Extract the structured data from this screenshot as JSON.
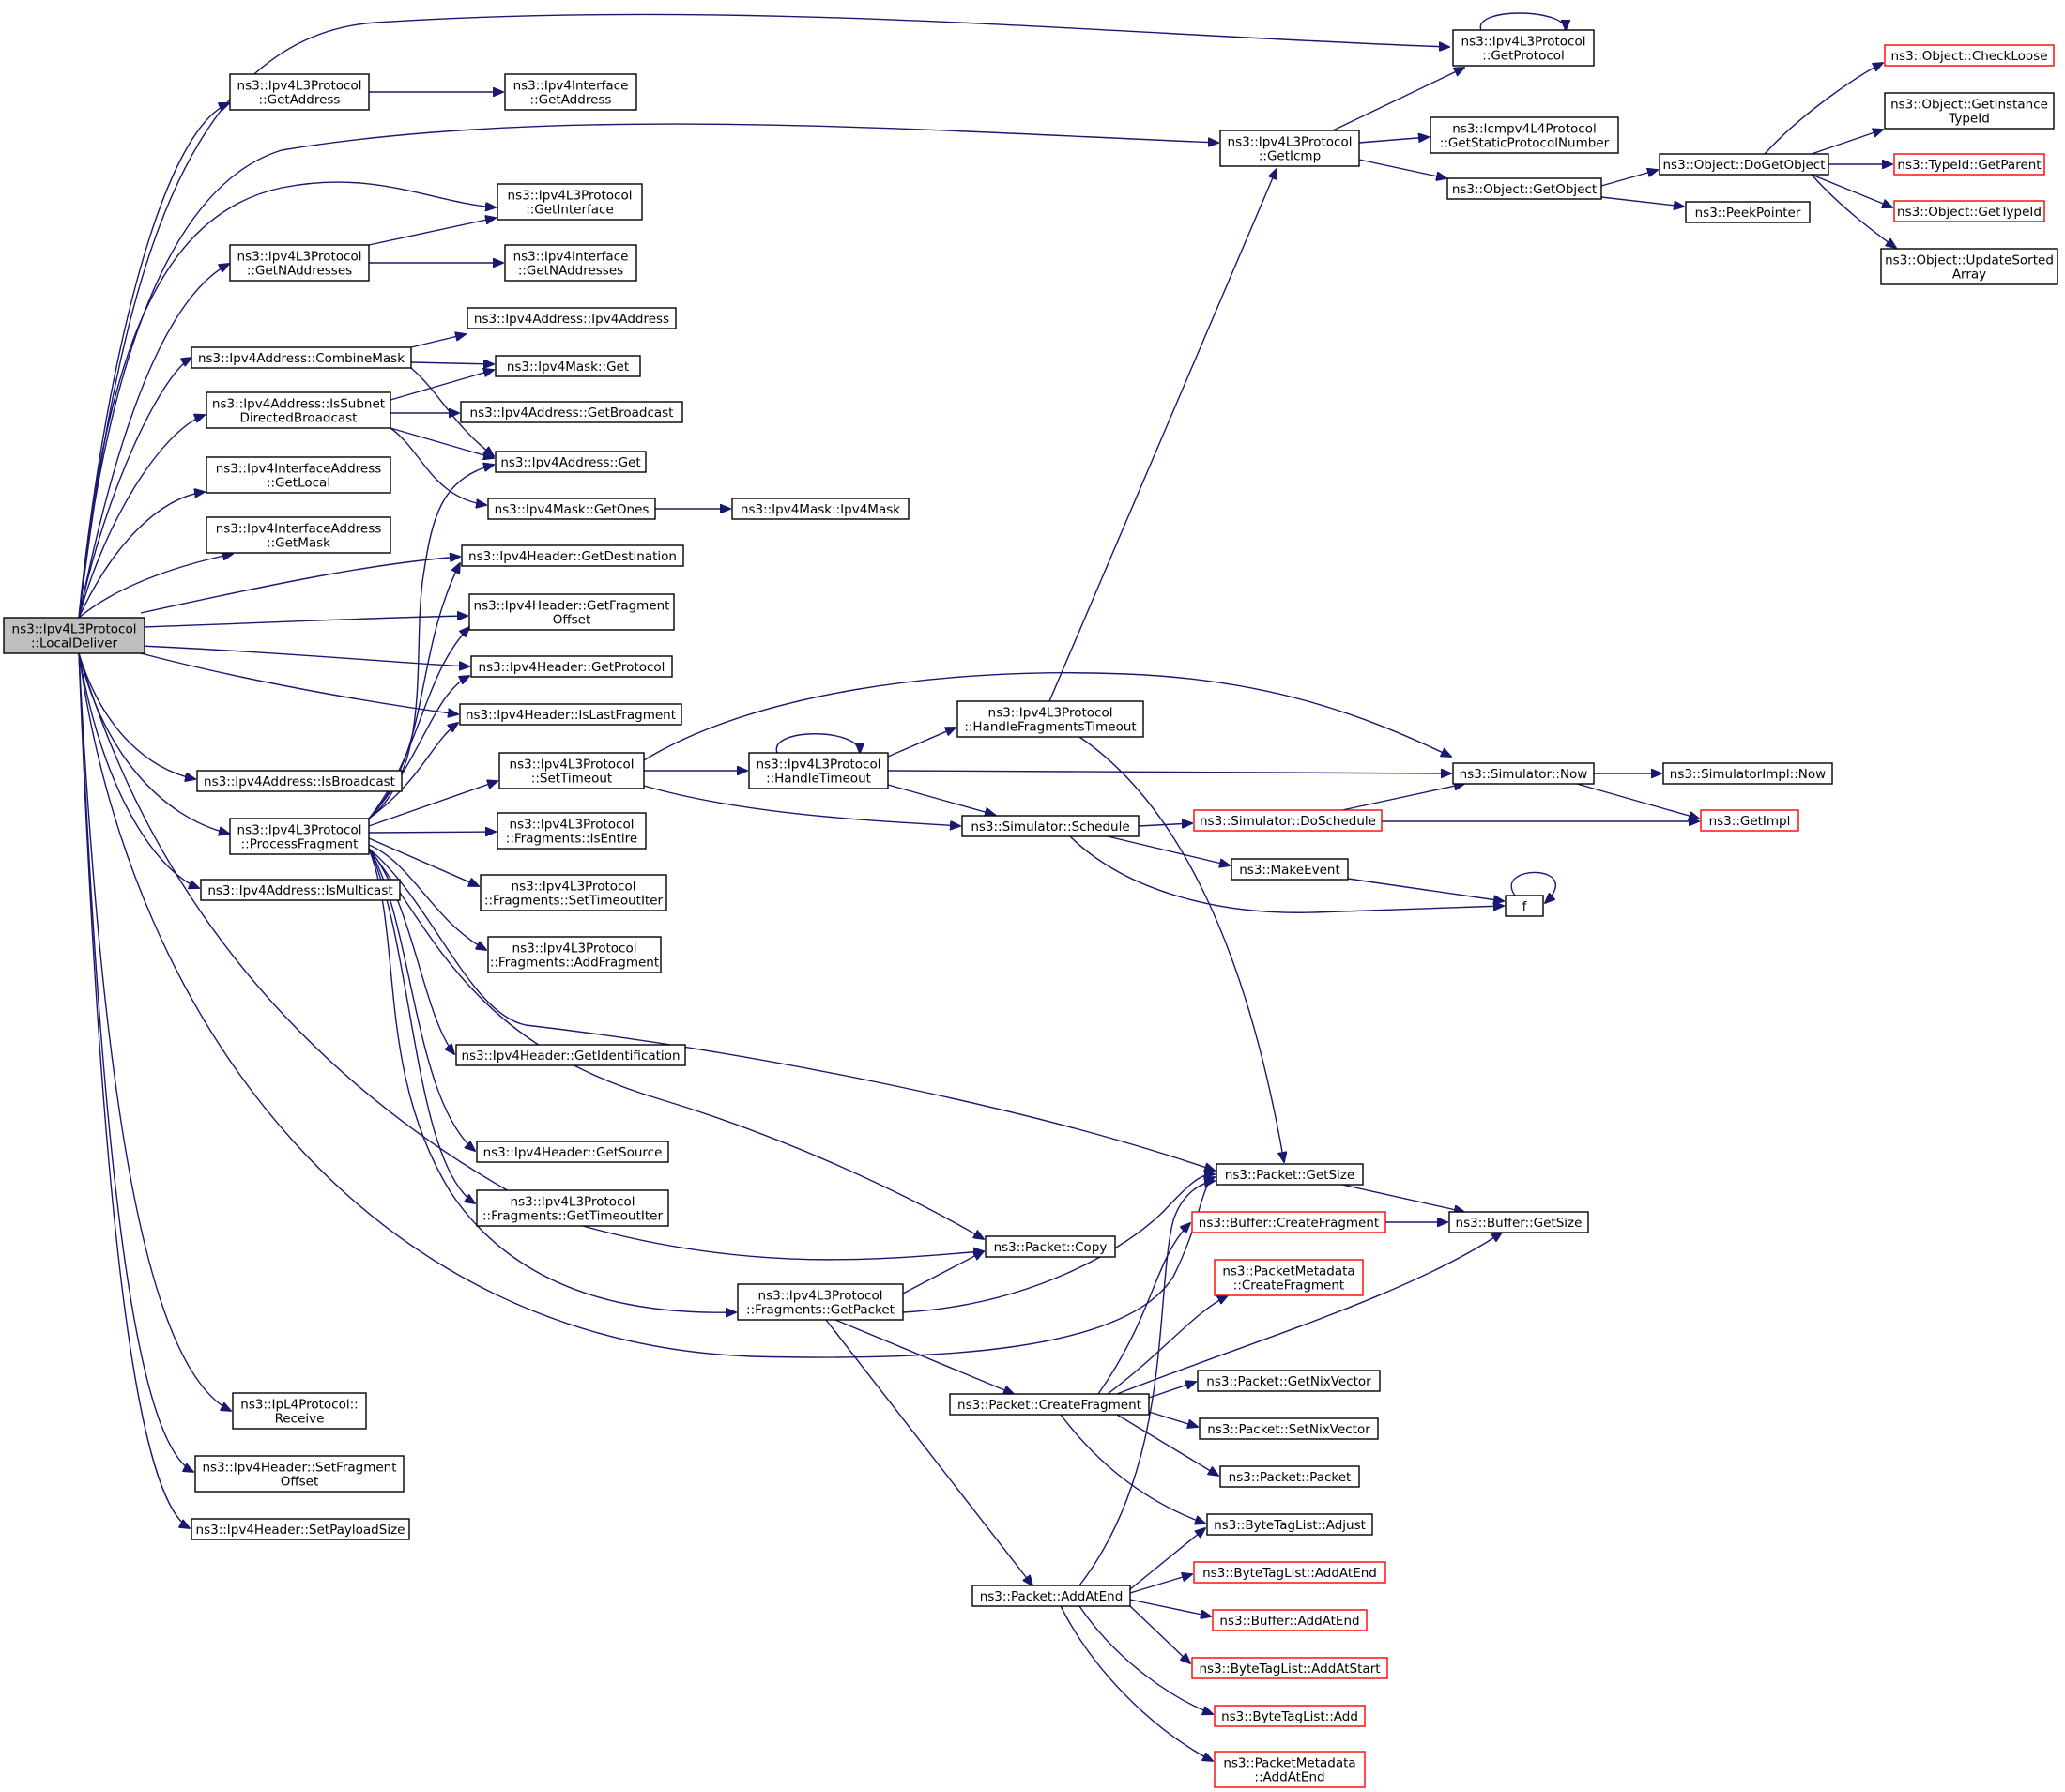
{
  "diagram": {
    "type": "call-graph",
    "colors": {
      "edge": "#191970",
      "root_fill": "#bfbfbf",
      "truncated_border": "#ff0000",
      "node_border": "#000000"
    },
    "nodes": {
      "root": {
        "lines": [
          "ns3::Ipv4L3Protocol",
          "::LocalDeliver"
        ]
      },
      "getProtocol": {
        "lines": [
          "ns3::Ipv4L3Protocol",
          "::GetProtocol"
        ]
      },
      "l3GetAddress": {
        "lines": [
          "ns3::Ipv4L3Protocol",
          "::GetAddress"
        ]
      },
      "ifGetAddress": {
        "lines": [
          "ns3::Ipv4Interface",
          "::GetAddress"
        ]
      },
      "getIcmp": {
        "lines": [
          "ns3::Ipv4L3Protocol",
          "::GetIcmp"
        ]
      },
      "icmpStaticNum": {
        "lines": [
          "ns3::Icmpv4L4Protocol",
          "::GetStaticProtocolNumber"
        ]
      },
      "objGetObject": {
        "lines": [
          "ns3::Object::GetObject"
        ]
      },
      "doGetObject": {
        "lines": [
          "ns3::Object::DoGetObject"
        ]
      },
      "checkLoose": {
        "lines": [
          "ns3::Object::CheckLoose"
        ]
      },
      "getInstanceTypeId": {
        "lines": [
          "ns3::Object::GetInstance",
          "TypeId"
        ]
      },
      "typeIdGetParent": {
        "lines": [
          "ns3::TypeId::GetParent"
        ]
      },
      "objGetTypeId": {
        "lines": [
          "ns3::Object::GetTypeId"
        ]
      },
      "updateSortedArray": {
        "lines": [
          "ns3::Object::UpdateSorted",
          "Array"
        ]
      },
      "peekPointer": {
        "lines": [
          "ns3::PeekPointer"
        ]
      },
      "l3GetInterface": {
        "lines": [
          "ns3::Ipv4L3Protocol",
          "::GetInterface"
        ]
      },
      "l3GetNAddresses": {
        "lines": [
          "ns3::Ipv4L3Protocol",
          "::GetNAddresses"
        ]
      },
      "ifGetNAddresses": {
        "lines": [
          "ns3::Ipv4Interface",
          "::GetNAddresses"
        ]
      },
      "addrCtor": {
        "lines": [
          "ns3::Ipv4Address::Ipv4Address"
        ]
      },
      "combineMask": {
        "lines": [
          "ns3::Ipv4Address::CombineMask"
        ]
      },
      "maskGet": {
        "lines": [
          "ns3::Ipv4Mask::Get"
        ]
      },
      "isSubnetDirBcast": {
        "lines": [
          "ns3::Ipv4Address::IsSubnet",
          "DirectedBroadcast"
        ]
      },
      "addrGetBroadcast": {
        "lines": [
          "ns3::Ipv4Address::GetBroadcast"
        ]
      },
      "addrGet": {
        "lines": [
          "ns3::Ipv4Address::Get"
        ]
      },
      "ifAddrGetLocal": {
        "lines": [
          "ns3::Ipv4InterfaceAddress",
          "::GetLocal"
        ]
      },
      "maskGetOnes": {
        "lines": [
          "ns3::Ipv4Mask::GetOnes"
        ]
      },
      "maskCtor": {
        "lines": [
          "ns3::Ipv4Mask::Ipv4Mask"
        ]
      },
      "ifAddrGetMask": {
        "lines": [
          "ns3::Ipv4InterfaceAddress",
          "::GetMask"
        ]
      },
      "hdrGetDestination": {
        "lines": [
          "ns3::Ipv4Header::GetDestination"
        ]
      },
      "hdrGetFragOffset": {
        "lines": [
          "ns3::Ipv4Header::GetFragment",
          "Offset"
        ]
      },
      "hdrGetProtocol": {
        "lines": [
          "ns3::Ipv4Header::GetProtocol"
        ]
      },
      "hdrIsLastFragment": {
        "lines": [
          "ns3::Ipv4Header::IsLastFragment"
        ]
      },
      "handleFragTimeout": {
        "lines": [
          "ns3::Ipv4L3Protocol",
          "::HandleFragmentsTimeout"
        ]
      },
      "setTimeout": {
        "lines": [
          "ns3::Ipv4L3Protocol",
          "::SetTimeout"
        ]
      },
      "handleTimeout": {
        "lines": [
          "ns3::Ipv4L3Protocol",
          "::HandleTimeout"
        ]
      },
      "simNow": {
        "lines": [
          "ns3::Simulator::Now"
        ]
      },
      "simImplNow": {
        "lines": [
          "ns3::SimulatorImpl::Now"
        ]
      },
      "addrIsBroadcast": {
        "lines": [
          "ns3::Ipv4Address::IsBroadcast"
        ]
      },
      "processFragment": {
        "lines": [
          "ns3::Ipv4L3Protocol",
          "::ProcessFragment"
        ]
      },
      "fragIsEntire": {
        "lines": [
          "ns3::Ipv4L3Protocol",
          "::Fragments::IsEntire"
        ]
      },
      "simSchedule": {
        "lines": [
          "ns3::Simulator::Schedule"
        ]
      },
      "simDoSchedule": {
        "lines": [
          "ns3::Simulator::DoSchedule"
        ]
      },
      "getImpl": {
        "lines": [
          "ns3::GetImpl"
        ]
      },
      "makeEvent": {
        "lines": [
          "ns3::MakeEvent"
        ]
      },
      "f": {
        "lines": [
          "f"
        ]
      },
      "addrIsMulticast": {
        "lines": [
          "ns3::Ipv4Address::IsMulticast"
        ]
      },
      "fragSetTimeoutIter": {
        "lines": [
          "ns3::Ipv4L3Protocol",
          "::Fragments::SetTimeoutIter"
        ]
      },
      "fragAddFragment": {
        "lines": [
          "ns3::Ipv4L3Protocol",
          "::Fragments::AddFragment"
        ]
      },
      "hdrGetIdentification": {
        "lines": [
          "ns3::Ipv4Header::GetIdentification"
        ]
      },
      "hdrGetSource": {
        "lines": [
          "ns3::Ipv4Header::GetSource"
        ]
      },
      "fragGetTimeoutIter": {
        "lines": [
          "ns3::Ipv4L3Protocol",
          "::Fragments::GetTimeoutIter"
        ]
      },
      "pktGetSize": {
        "lines": [
          "ns3::Packet::GetSize"
        ]
      },
      "bufCreateFragment": {
        "lines": [
          "ns3::Buffer::CreateFragment"
        ]
      },
      "bufGetSize": {
        "lines": [
          "ns3::Buffer::GetSize"
        ]
      },
      "pktCopy": {
        "lines": [
          "ns3::Packet::Copy"
        ]
      },
      "pmCreateFragment": {
        "lines": [
          "ns3::PacketMetadata",
          "::CreateFragment"
        ]
      },
      "fragGetPacket": {
        "lines": [
          "ns3::Ipv4L3Protocol",
          "::Fragments::GetPacket"
        ]
      },
      "pktGetNixVector": {
        "lines": [
          "ns3::Packet::GetNixVector"
        ]
      },
      "pktCreateFragment": {
        "lines": [
          "ns3::Packet::CreateFragment"
        ]
      },
      "pktSetNixVector": {
        "lines": [
          "ns3::Packet::SetNixVector"
        ]
      },
      "ipL4Receive": {
        "lines": [
          "ns3::IpL4Protocol::",
          "Receive"
        ]
      },
      "pktCtor": {
        "lines": [
          "ns3::Packet::Packet"
        ]
      },
      "hdrSetFragOffset": {
        "lines": [
          "ns3::Ipv4Header::SetFragment",
          "Offset"
        ]
      },
      "hdrSetPayloadSize": {
        "lines": [
          "ns3::Ipv4Header::SetPayloadSize"
        ]
      },
      "btlAdjust": {
        "lines": [
          "ns3::ByteTagList::Adjust"
        ]
      },
      "btlAddAtEnd": {
        "lines": [
          "ns3::ByteTagList::AddAtEnd"
        ]
      },
      "pktAddAtEnd": {
        "lines": [
          "ns3::Packet::AddAtEnd"
        ]
      },
      "bufAddAtEnd": {
        "lines": [
          "ns3::Buffer::AddAtEnd"
        ]
      },
      "btlAddAtStart": {
        "lines": [
          "ns3::ByteTagList::AddAtStart"
        ]
      },
      "btlAdd": {
        "lines": [
          "ns3::ByteTagList::Add"
        ]
      },
      "pmAddAtEnd": {
        "lines": [
          "ns3::PacketMetadata",
          "::AddAtEnd"
        ]
      }
    }
  }
}
